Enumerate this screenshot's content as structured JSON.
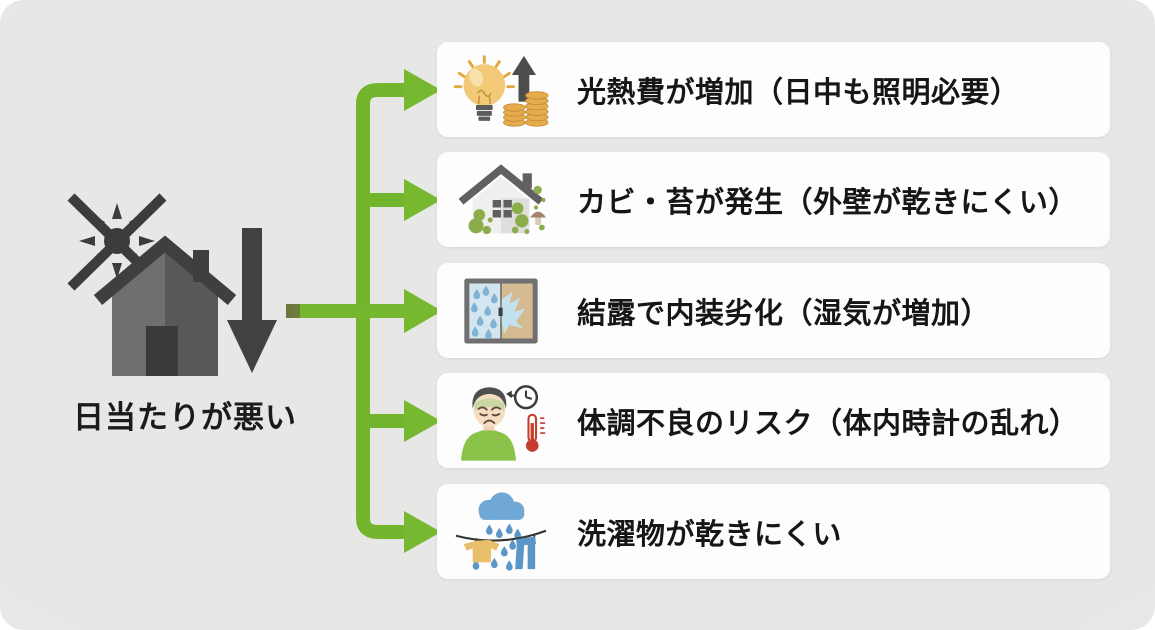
{
  "figure": {
    "cause": {
      "label": "日当たりが悪い",
      "icon": "no-sunlight-house-decline-icon"
    },
    "effects": [
      {
        "label": "光熱費が増加（日中も照明必要）",
        "icon": "lightbulb-coins-rise-icon"
      },
      {
        "label": "カビ・苔が発生（外壁が乾きにくい）",
        "icon": "moldy-house-icon"
      },
      {
        "label": "結露で内装劣化（湿気が増加）",
        "icon": "window-condensation-icon"
      },
      {
        "label": "体調不良のリスク（体内時計の乱れ）",
        "icon": "sick-person-body-clock-icon"
      },
      {
        "label": "洗濯物が乾きにくい",
        "icon": "laundry-rain-icon"
      }
    ],
    "colors": {
      "arrow_green": "#76b82f",
      "arrow_olive": "#6d753f",
      "card_background": "#fdfdfd",
      "canvas_background": "#e7e7e5",
      "icon_dark_gray": "#3f3f3f",
      "text": "#161616"
    }
  }
}
